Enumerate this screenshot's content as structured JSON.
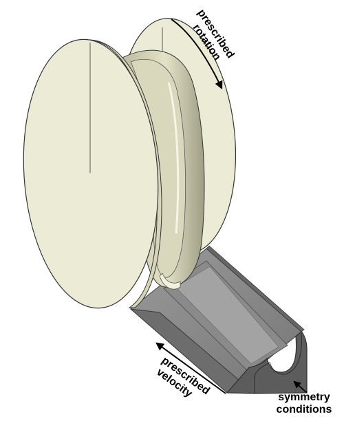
{
  "labels": {
    "rotation": {
      "line1": "prescribed",
      "line2": "rotation"
    },
    "velocity": {
      "line1": "prescribed",
      "line2": "velocity"
    },
    "symmetry": {
      "line1": "symmetry",
      "line2": "conditions"
    }
  },
  "colors": {
    "disk_face": "#ecebd6",
    "disk_edge": "#d8d7bc",
    "groove": "#c9c8ae",
    "groove_dark": "#9e9d83",
    "rail_top": "#8c8c8c",
    "rail_side": "#6f6f6f",
    "rail_face": "#5a5a5a",
    "arrow": "#000000"
  }
}
